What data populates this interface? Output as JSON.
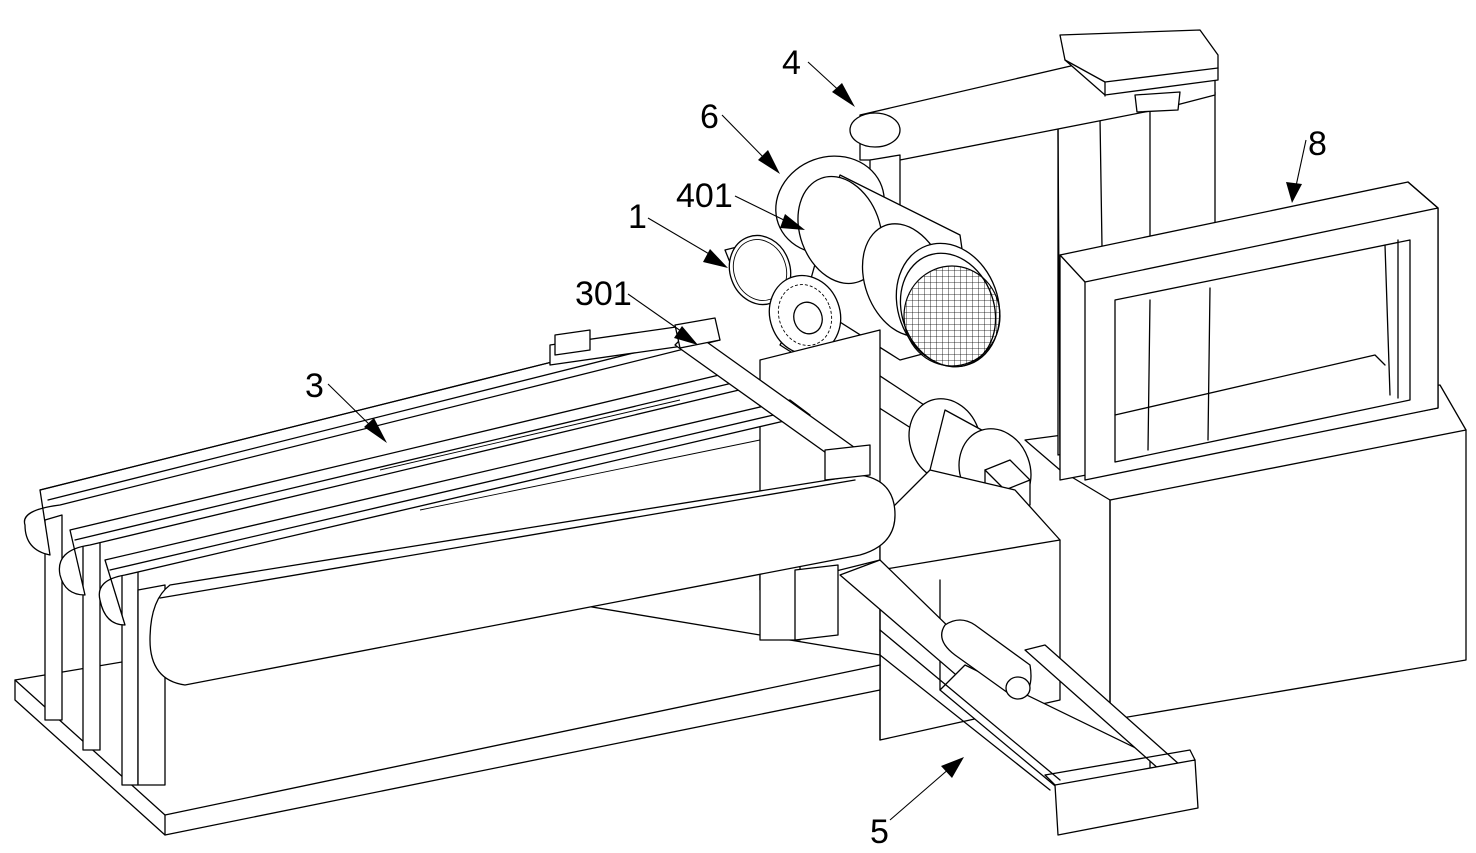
{
  "figure": {
    "title": "Perspective view of conveying and processing apparatus",
    "line_color": "#000000",
    "background": "#ffffff",
    "labels": [
      {
        "id": "4",
        "text": "4",
        "target": "support-arm"
      },
      {
        "id": "6",
        "text": "6",
        "target": "motor-housing"
      },
      {
        "id": "401",
        "text": "401",
        "target": "motor-body"
      },
      {
        "id": "1",
        "text": "1",
        "target": "left-bearing-seat"
      },
      {
        "id": "301",
        "text": "301",
        "target": "transfer-shaft"
      },
      {
        "id": "3",
        "text": "3",
        "target": "belt-conveyor"
      },
      {
        "id": "8",
        "text": "8",
        "target": "frame-window"
      },
      {
        "id": "5",
        "text": "5",
        "target": "discharge-chute"
      }
    ]
  }
}
